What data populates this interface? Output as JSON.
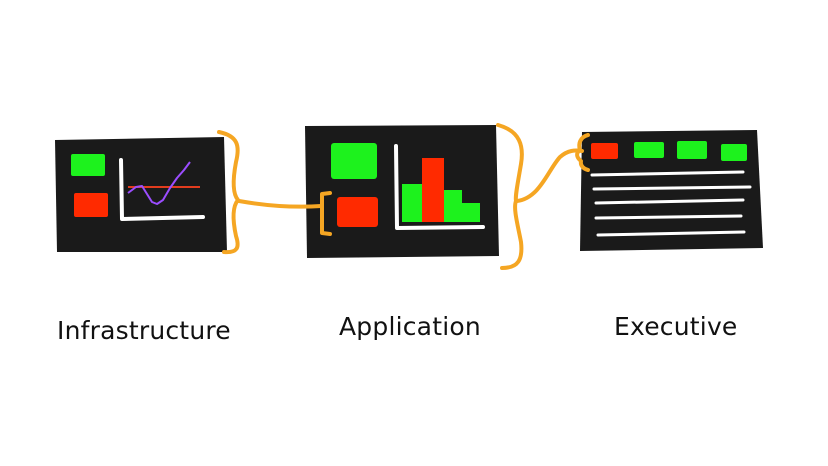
{
  "diagram": {
    "stages": [
      {
        "id": "infrastructure",
        "label": "Infrastructure"
      },
      {
        "id": "application",
        "label": "Application"
      },
      {
        "id": "executive",
        "label": "Executive"
      }
    ],
    "colors": {
      "panel": "#1a1a1a",
      "status_ok": "#1df21d",
      "status_alert": "#ff2a00",
      "connector": "#f5a623",
      "axis_line": "#ffffff",
      "trend_purple": "#9b4dff",
      "trend_red": "#e23c1e"
    },
    "connectors": [
      {
        "from": "infrastructure",
        "to": "application",
        "style": "curly-brace"
      },
      {
        "from": "application",
        "to": "executive",
        "style": "curly-brace"
      }
    ]
  }
}
